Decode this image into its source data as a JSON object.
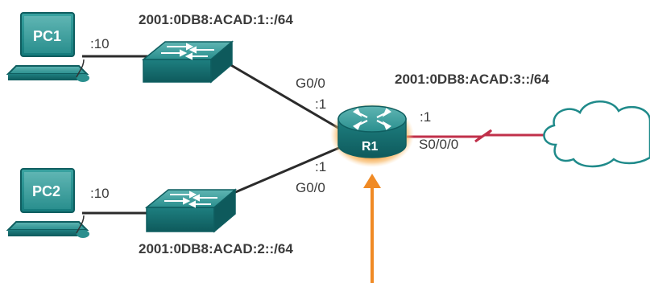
{
  "networks": {
    "lan1": "2001:0DB8:ACAD:1::/64",
    "lan2": "2001:0DB8:ACAD:2::/64",
    "wan": "2001:0DB8:ACAD:3::/64"
  },
  "devices": {
    "pc1": {
      "label": "PC1",
      "host_id": ":10"
    },
    "pc2": {
      "label": "PC2",
      "host_id": ":10"
    },
    "router": {
      "label": "R1"
    }
  },
  "interfaces": {
    "g00_top": {
      "name": "G0/0",
      "host_id": ":1"
    },
    "g00_bottom": {
      "name": "G0/0",
      "host_id": ":1"
    },
    "s000": {
      "name": "S0/0/0",
      "host_id": ":1"
    }
  },
  "colors": {
    "device_teal": "#1f8a8a",
    "device_dark": "#0f5e60",
    "link": "#2b2b2b",
    "serial_link": "#c0304a",
    "highlight": "#f08a24",
    "cloud_stroke": "#1f8a8a"
  }
}
